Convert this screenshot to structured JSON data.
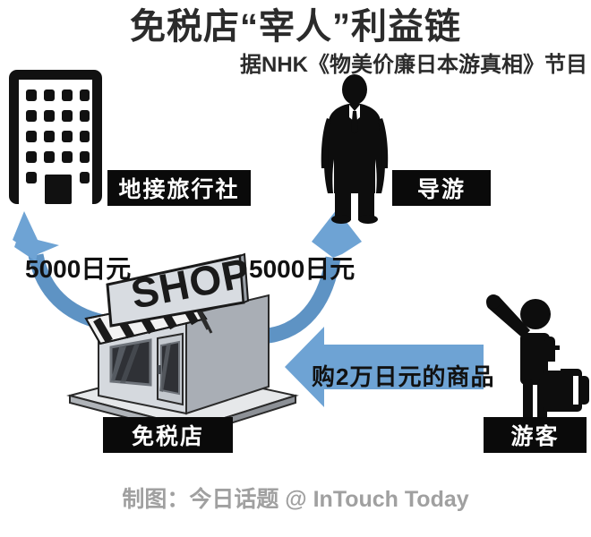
{
  "header": {
    "title": "免税店“宰人”利益链",
    "subtitle": "据NHK《物美价廉日本游真相》节目"
  },
  "nodes": {
    "agency": {
      "label": "地接旅行社",
      "icon": "office-building-icon"
    },
    "guide": {
      "label": "导游",
      "icon": "businessman-silhouette-icon"
    },
    "shop": {
      "label": "免税店",
      "icon": "shop-building-icon",
      "sign_text": "SHOP"
    },
    "tourist": {
      "label": "游客",
      "icon": "tourist-with-suitcase-icon"
    }
  },
  "flows": {
    "kickback_agency": "5000日元",
    "kickback_guide": "5000日元",
    "purchase": "购2万日元的商品"
  },
  "colors": {
    "arrow_blue": "#6EA3D4",
    "arrow_blue_dark": "#4A7FB0",
    "chip_black": "#0a0a0a",
    "title_dark": "#2b2b2b",
    "footer_gray": "#a0a0a0",
    "shop_gray": "#b9bfc7"
  },
  "footer": {
    "credit": "制图：今日话题 @ InTouch Today"
  }
}
